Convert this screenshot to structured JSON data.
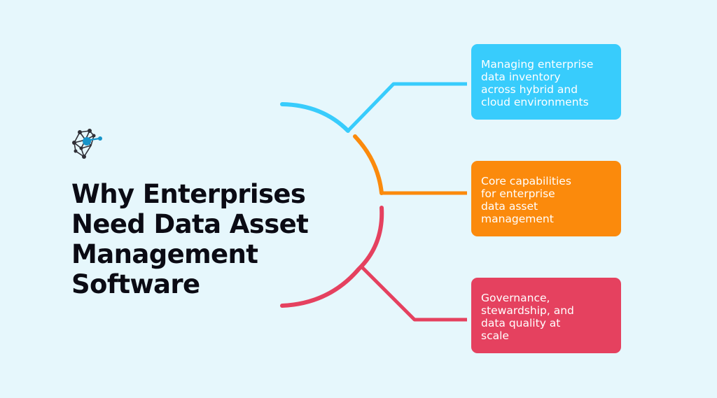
{
  "title_lines": [
    "Why Enterprises",
    "Need Data Asset",
    "Management",
    "Software"
  ],
  "colors": {
    "background": "#e6f7fc",
    "blue": "#38ccfc",
    "orange": "#fb8a0c",
    "red": "#e5415f",
    "logo_dark": "#2f2f36",
    "logo_accent": "#1794c9"
  },
  "icons": {
    "logo": "network-node-logo-icon"
  },
  "cards": [
    {
      "lines": [
        "Managing enterprise",
        "data inventory",
        "across hybrid and",
        "cloud environments"
      ],
      "color": "#38ccfc"
    },
    {
      "lines": [
        "Core capabilities",
        "for enterprise",
        "data asset",
        "management"
      ],
      "color": "#fb8a0c"
    },
    {
      "lines": [
        "Governance,",
        "stewardship, and",
        "data quality at",
        "scale"
      ],
      "color": "#e5415f"
    }
  ]
}
